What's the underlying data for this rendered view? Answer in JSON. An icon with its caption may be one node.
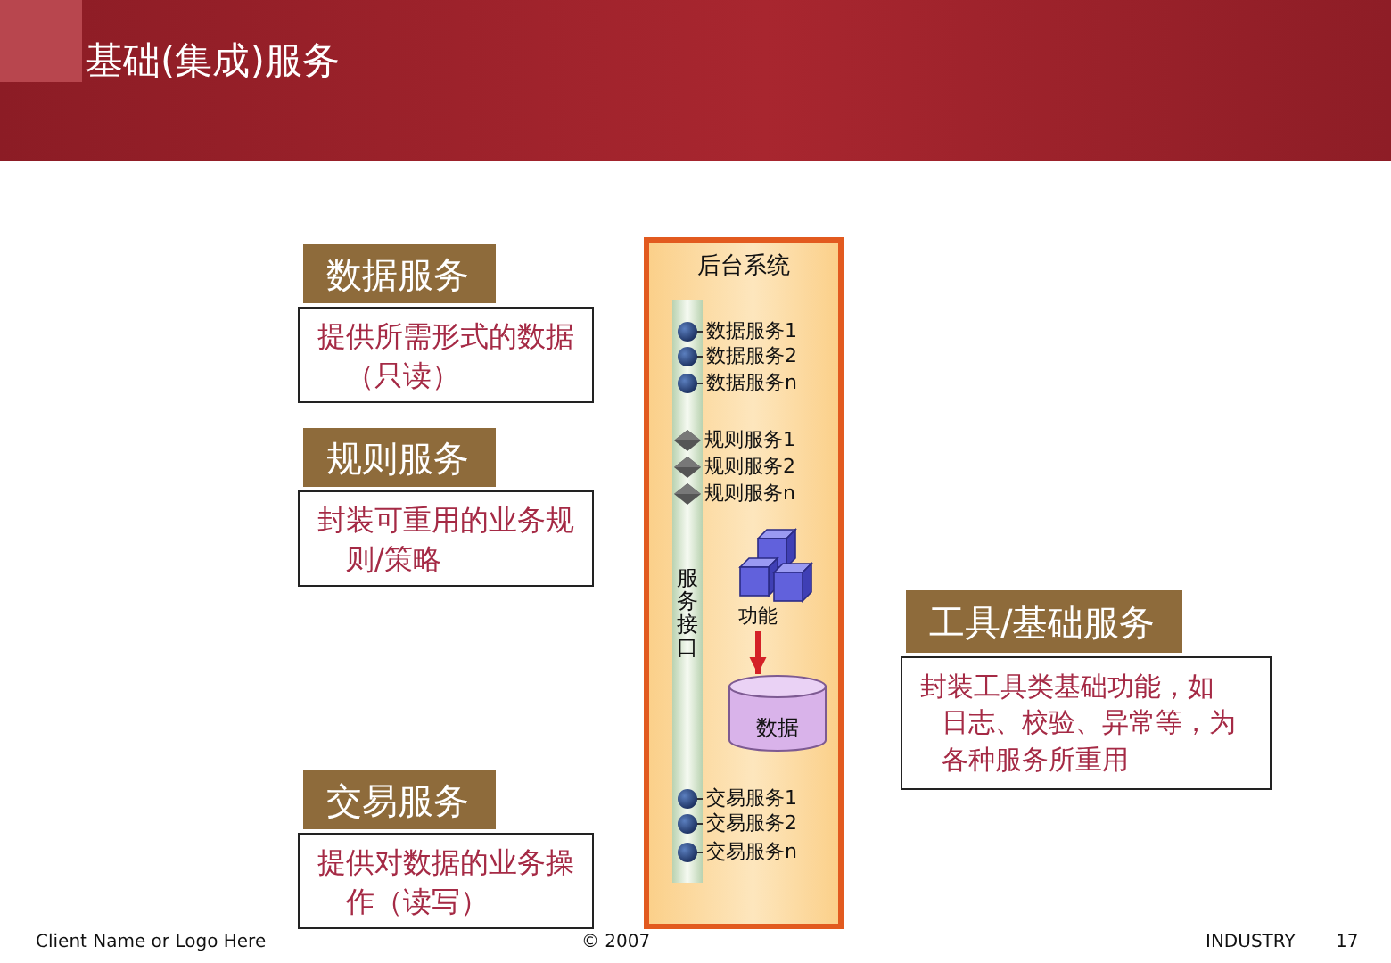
{
  "diagram": {
    "title": "基础(集成)服务",
    "nodes": [
      {
        "text": [
          "数据服务",
          "提供所需形式的数据（只读）"
        ]
      },
      {
        "text": [
          "规则服务",
          "封装可重用的业务规则/策略"
        ]
      },
      {
        "text": [
          "交易服务",
          "提供对数据的业务操作（读写）"
        ]
      },
      {
        "text": [
          "后台系统"
        ]
      },
      {
        "text": [
          "服务接口"
        ],
        "in": 3
      },
      {
        "text": [],
        "shape": "circle",
        "beside": [
          "数据服务1"
        ],
        "in": 4
      },
      {
        "text": [],
        "shape": "circle",
        "beside": [
          "数据服务2"
        ],
        "in": 4
      },
      {
        "text": [],
        "shape": "circle",
        "beside": [
          "数据服务n"
        ],
        "in": 4
      },
      {
        "text": [],
        "shape": "diamond",
        "beside": [
          "规则服务1"
        ],
        "in": 4
      },
      {
        "text": [],
        "shape": "diamond",
        "beside": [
          "规则服务2"
        ],
        "in": 4
      },
      {
        "text": [],
        "shape": "diamond",
        "beside": [
          "规则服务n"
        ],
        "in": 4
      },
      {
        "text": [
          "功能"
        ],
        "in": 3
      },
      {
        "text": [
          "数据"
        ],
        "in": 3
      },
      {
        "text": [],
        "shape": "circle",
        "beside": [
          "交易服务1"
        ],
        "in": 4
      },
      {
        "text": [],
        "shape": "circle",
        "beside": [
          "交易服务2"
        ],
        "in": 4
      },
      {
        "text": [],
        "shape": "circle",
        "beside": [
          "交易服务n"
        ],
        "in": 4
      },
      {
        "text": [
          "工具/基础服务",
          "封装工具类基础功能，如日志、校验、异常等，为各种服务所重用"
        ]
      }
    ],
    "edges": [
      {
        "from": 11,
        "to": 12,
        "arrow": "to"
      }
    ],
    "labels": [
      "Client Name or Logo Here",
      "© 2007",
      "INDUSTRY",
      "17"
    ]
  }
}
